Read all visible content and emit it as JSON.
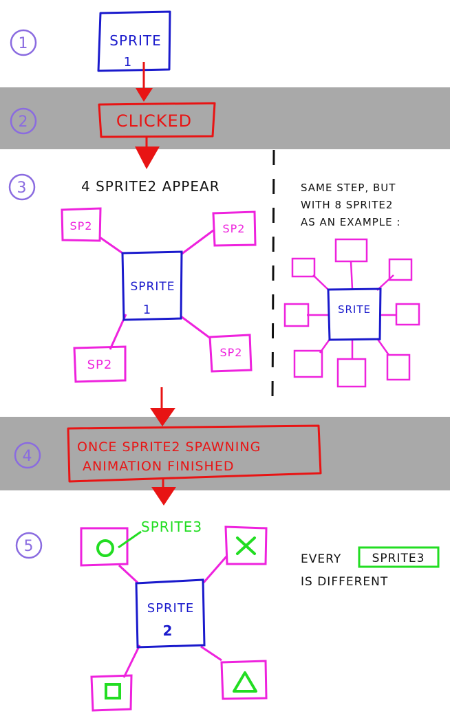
{
  "colors": {
    "step_number": "#8a6be0",
    "blue": "#1a1acc",
    "red": "#e81414",
    "magenta": "#ee22dd",
    "green": "#22dd22",
    "black": "#111111",
    "band": "#a9a9a9"
  },
  "steps": {
    "s1": "1",
    "s2": "2",
    "s3": "3",
    "s4": "4",
    "s5": "5"
  },
  "step1": {
    "sprite_label": "SPRITE",
    "sprite_num": "1"
  },
  "step2": {
    "clicked_label": "CLICKED"
  },
  "step3": {
    "caption": "4 SPRITE2 APPEAR",
    "center_label": "SPRITE",
    "center_num": "1",
    "sp_label": "SP2",
    "note_line1": "SAME STEP, BUT",
    "note_line2": "WITH 8 SPRITE2",
    "note_line3": "AS AN EXAMPLE :",
    "example_center_label": "SRITE"
  },
  "step4": {
    "line1": "ONCE SPRITE2 SPAWNING",
    "line2": "ANIMATION FINISHED"
  },
  "step5": {
    "sprite3_label": "SPRITE3",
    "center_label": "SPRITE",
    "center_num": "2",
    "note_word1": "EVERY",
    "note_highlight": "SPRITE3",
    "note_line2": "IS DIFFERENT"
  }
}
